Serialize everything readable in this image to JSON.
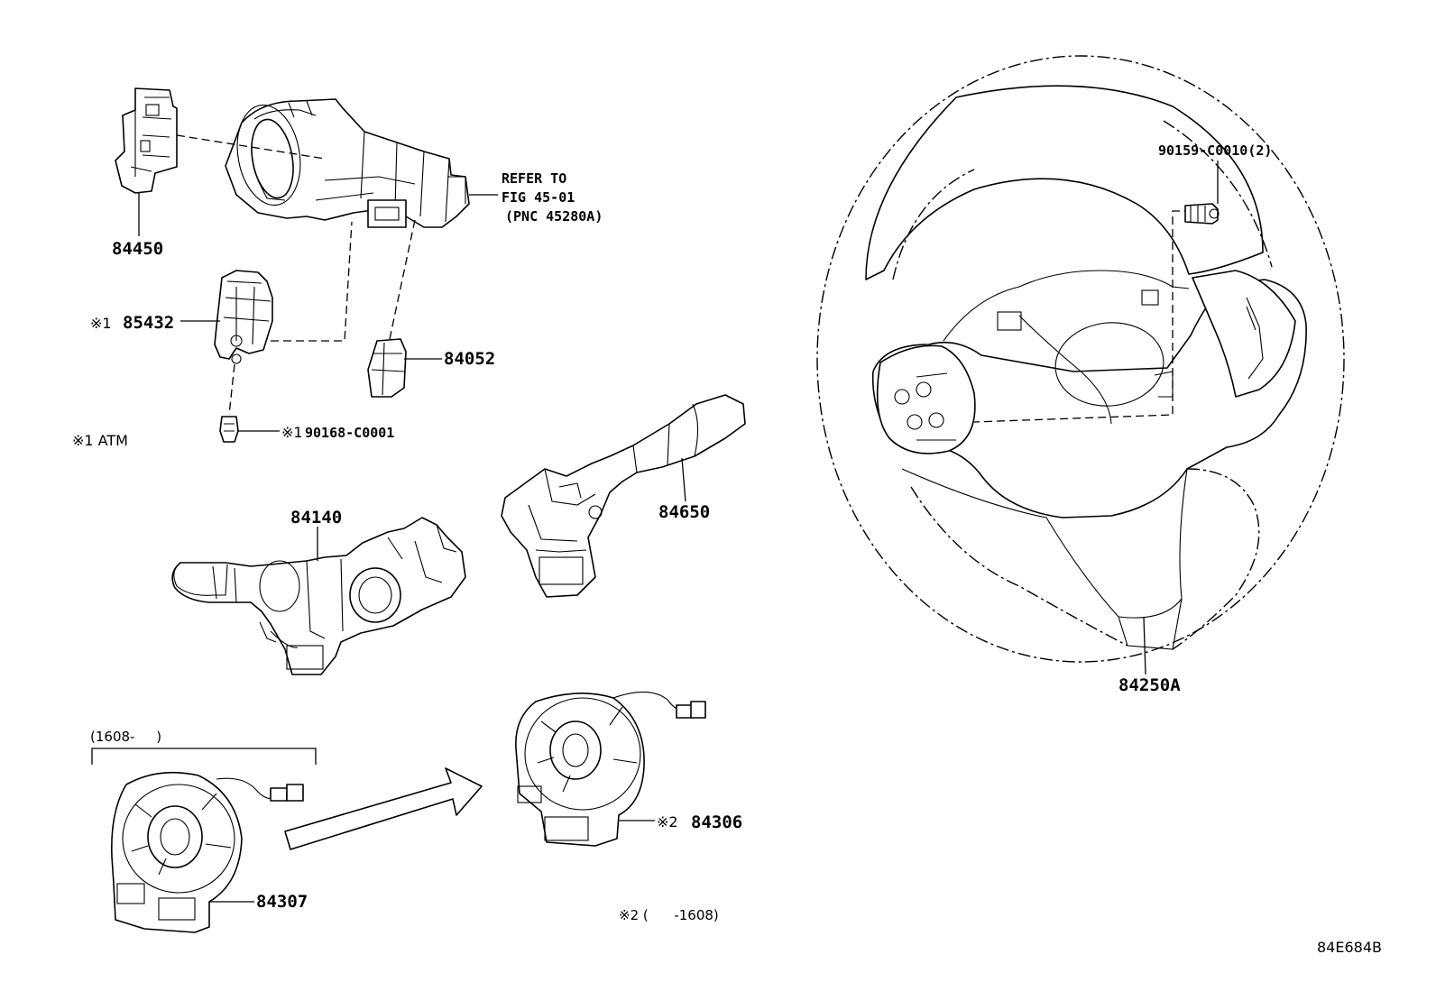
{
  "parts": {
    "lock_cylinder_housing": "84450",
    "transponder_note_ref": "※1",
    "transponder_part": "85432",
    "unlock_warning_switch": "84052",
    "screw_note_ref": "※1",
    "screw_part": "90168-C0001",
    "atm_note": "※1 ATM",
    "turn_signal_switch": "84140",
    "wiper_switch": "84650",
    "steering_pad_switch": "84250A",
    "bolt_part": "90159-C0010(2)",
    "spiral_cable_new": "84307",
    "spiral_cable_old_ref": "※2",
    "spiral_cable_old": "84306"
  },
  "refer": {
    "line1": "REFER TO",
    "line2": "FIG 45-01",
    "line3": "(PNC 45280A)"
  },
  "notes": {
    "date_range_new": "(1608-     )",
    "date_range_old": "※2 (      -1608)"
  },
  "figure_code": "84E684B"
}
